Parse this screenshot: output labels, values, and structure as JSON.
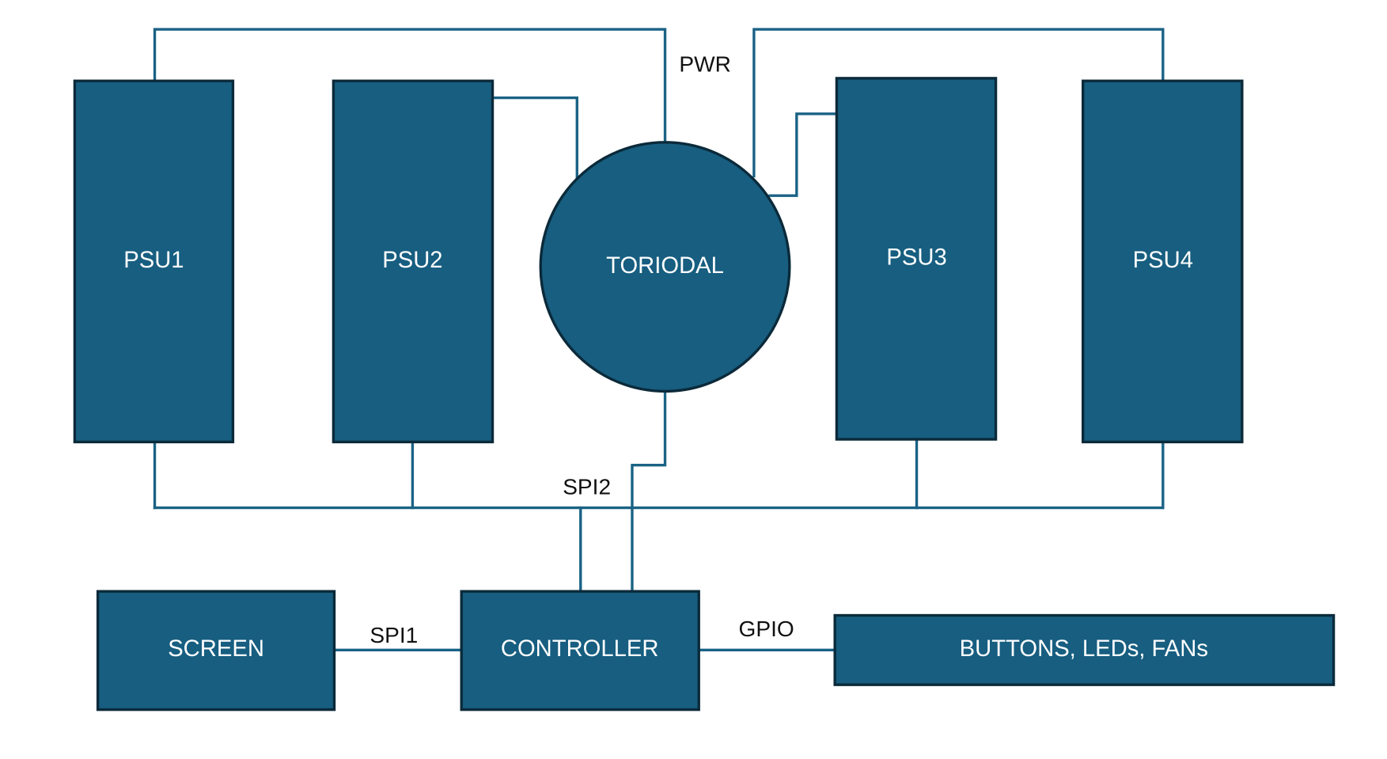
{
  "colors": {
    "block_fill": "#175e80",
    "block_stroke": "#0b2a3a",
    "wire": "#1a6285",
    "block_text": "#ffffff",
    "label_text": "#111111",
    "background": "#ffffff"
  },
  "blocks": {
    "psu1": "PSU1",
    "psu2": "PSU2",
    "toroidal": "TORIODAL",
    "psu3": "PSU3",
    "psu4": "PSU4",
    "screen": "SCREEN",
    "controller": "CONTROLLER",
    "peripherals": "BUTTONS, LEDs, FANs"
  },
  "wire_labels": {
    "power": "PWR",
    "spi2": "SPI2",
    "spi1": "SPI1",
    "gpio": "GPIO"
  },
  "connections": [
    {
      "from": "PSU1",
      "to": "TORIODAL",
      "bus": "PWR"
    },
    {
      "from": "PSU2",
      "to": "TORIODAL",
      "bus": "PWR"
    },
    {
      "from": "PSU3",
      "to": "TORIODAL",
      "bus": "PWR"
    },
    {
      "from": "PSU4",
      "to": "TORIODAL",
      "bus": "PWR"
    },
    {
      "from": "PSU1",
      "to": "CONTROLLER",
      "bus": "SPI2"
    },
    {
      "from": "PSU2",
      "to": "CONTROLLER",
      "bus": "SPI2"
    },
    {
      "from": "PSU3",
      "to": "CONTROLLER",
      "bus": "SPI2"
    },
    {
      "from": "PSU4",
      "to": "CONTROLLER",
      "bus": "SPI2"
    },
    {
      "from": "TORIODAL",
      "to": "CONTROLLER",
      "bus": ""
    },
    {
      "from": "SCREEN",
      "to": "CONTROLLER",
      "bus": "SPI1"
    },
    {
      "from": "CONTROLLER",
      "to": "BUTTONS, LEDs, FANs",
      "bus": "GPIO"
    }
  ]
}
